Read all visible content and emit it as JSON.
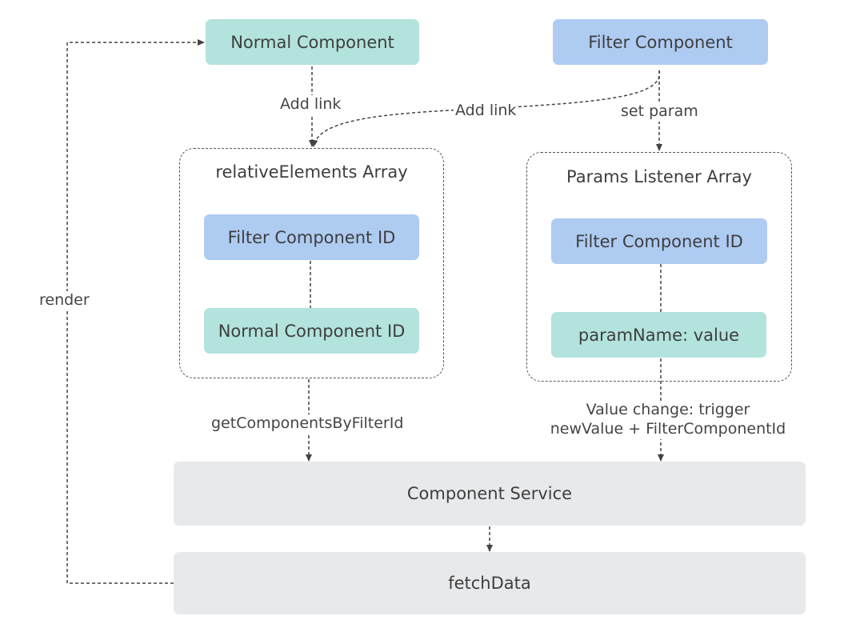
{
  "nodes": {
    "normal_component": "Normal Component",
    "filter_component": "Filter Component",
    "component_service": "Component Service",
    "fetch_data": "fetchData"
  },
  "groups": {
    "relative_elements": {
      "title": "relativeElements Array",
      "top_item": "Filter Component ID",
      "bottom_item": "Normal Component ID"
    },
    "params_listener": {
      "title": "Params Listener Array",
      "top_item": "Filter Component ID",
      "bottom_item": "paramName: value"
    }
  },
  "edges": {
    "normal_add_link": "Add link",
    "filter_add_link": "Add link",
    "set_param": "set param",
    "render": "render",
    "get_components": "getComponentsByFilterId",
    "value_change_line1": "Value change: trigger",
    "value_change_line2": "newValue + FilterComponentId"
  },
  "colors": {
    "normal": "#b2e3dc",
    "filter": "#aecbf2",
    "service": "#e8e9eb",
    "line": "#444444"
  }
}
